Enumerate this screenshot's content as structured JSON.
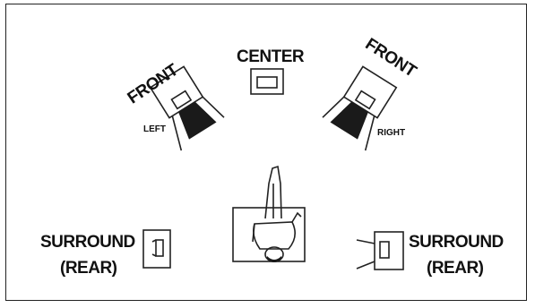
{
  "labels": {
    "front_left": "FRONT",
    "front_left_sub": "LEFT",
    "center": "CENTER",
    "front_right": "FRONT",
    "front_right_sub": "RIGHT",
    "surround_left_1": "SURROUND",
    "surround_left_2": "(REAR)",
    "surround_right_1": "SURROUND",
    "surround_right_2": "(REAR)"
  },
  "colors": {
    "line": "#222222",
    "background": "#ffffff",
    "shading": "#1a1a1a"
  }
}
